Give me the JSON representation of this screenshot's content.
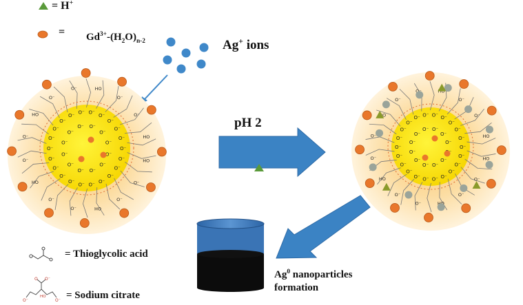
{
  "legend": {
    "h_plus": {
      "text": "= H",
      "sup": "+"
    },
    "gd_complex": {
      "eq": "=",
      "gd": "Gd",
      "gd_charge": "3+",
      "mid": "-(H",
      "h_sub": "2",
      "o_part": "O)",
      "n_sub": "n-2"
    },
    "thioglycolic": "= Thioglycolic acid",
    "citrate": "= Sodium citrate"
  },
  "labels": {
    "ag_ions": {
      "base": "Ag",
      "sup": "+",
      "rest": " ions"
    },
    "ph_step": "pH 2",
    "ag0_line1": {
      "base": "Ag",
      "sup": "0",
      "rest": " nanoparticles"
    },
    "ag0_line2": "formation"
  },
  "colors": {
    "proton": "#5a9a3a",
    "gd_ion": "#e9772b",
    "ag_ion": "#3f88c9",
    "arrow": "#3b83c4",
    "core": "#ffe71a",
    "halo": "#fde9b8",
    "grey_particle": "#9aa49a",
    "olive_triangle": "#8a9a2a",
    "beaker_liquid": "#0c0c0c",
    "beaker_top": "#3a74b5"
  },
  "icons": {
    "proton": "triangle-icon",
    "gd_ion": "ellipse-icon",
    "ag_ion": "circle-icon",
    "arrow": "block-arrow",
    "beaker": "beaker-icon"
  }
}
